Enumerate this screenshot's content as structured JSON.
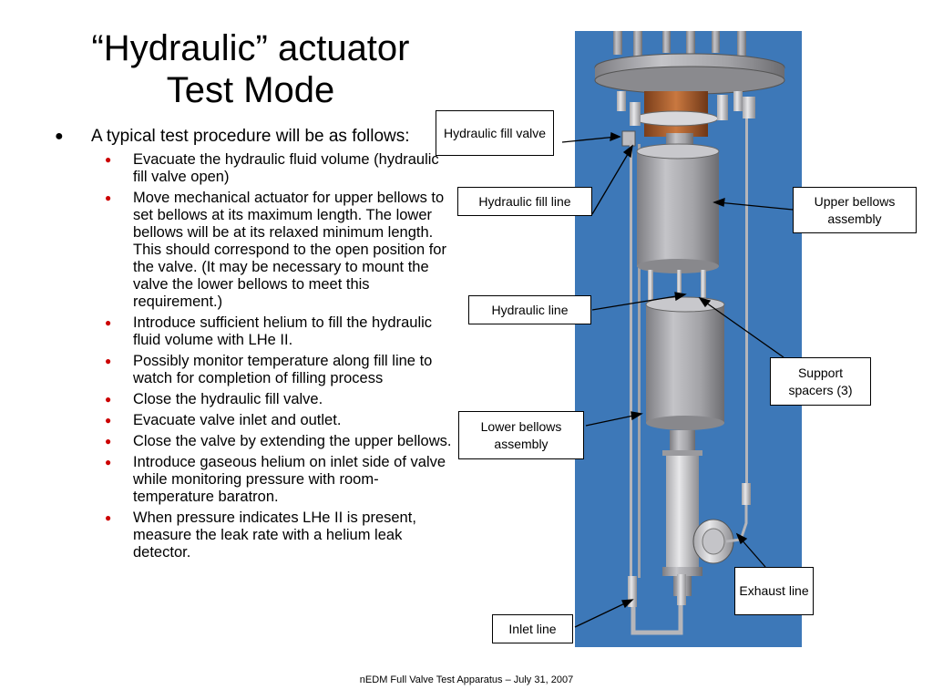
{
  "slide": {
    "title_line1": "“Hydraulic” actuator",
    "title_line2": "Test Mode",
    "main_bullet": "A typical test procedure will be as follows:",
    "sub_bullets": [
      "Evacuate the hydraulic fluid volume (hydraulic fill valve open)",
      "Move mechanical actuator for upper bellows to set bellows at its maximum length.  The lower bellows will be at its relaxed minimum length.  This should correspond to the open position for the valve.  (It may be necessary to mount the valve the lower bellows to meet this requirement.)",
      "Introduce sufficient helium to fill the hydraulic fluid volume with LHe II.",
      "Possibly monitor temperature along fill line to watch for completion of filling process",
      "Close the hydraulic fill valve.",
      "Evacuate valve inlet and outlet.",
      "Close  the valve by extending the upper bellows.",
      "Introduce gaseous helium on inlet side of valve while monitoring pressure with room-temperature baratron.",
      "When pressure indicates LHe II is present, measure the leak rate with a helium leak detector."
    ],
    "footer": "nEDM Full Valve Test Apparatus – July 31, 2007"
  },
  "callouts": {
    "hydraulic_fill_valve": "Hydraulic fill valve",
    "hydraulic_fill_line": "Hydraulic fill line",
    "upper_bellows_assembly": "Upper bellows assembly",
    "hydraulic_line": "Hydraulic line",
    "support_spacers": "Support spacers (3)",
    "lower_bellows_assembly": "Lower bellows assembly",
    "exhaust_line": "Exhaust line",
    "inlet_line": "Inlet line"
  },
  "colors": {
    "figure_background": "#3d78b8",
    "bullet_sub": "#cc0000"
  }
}
